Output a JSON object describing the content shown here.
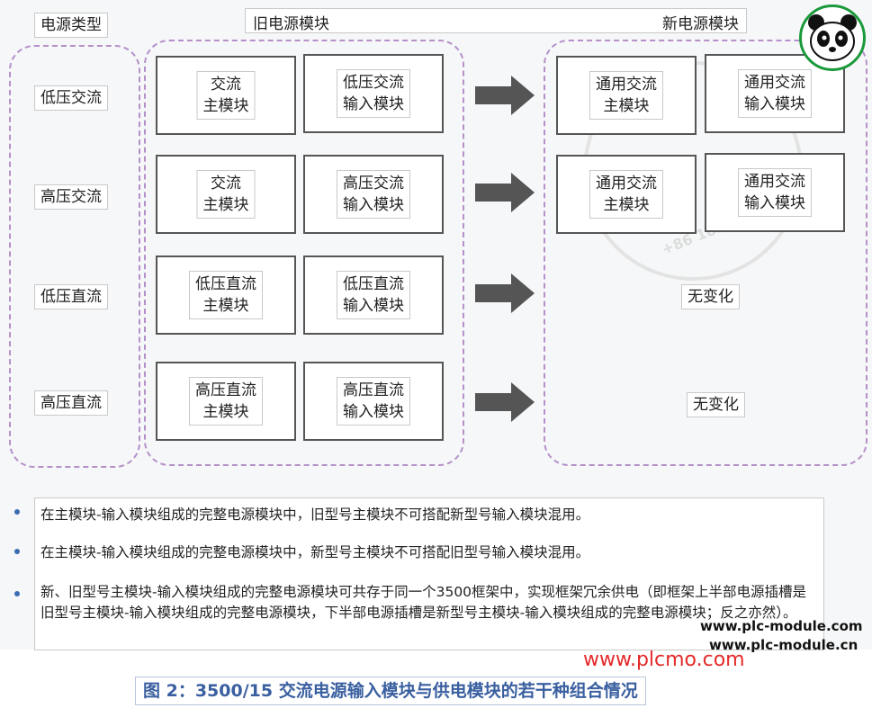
{
  "header": {
    "type_label": "电源类型",
    "old_label": "旧电源模块",
    "new_label": "新电源模块"
  },
  "types": [
    "低压交流",
    "高压交流",
    "低压直流",
    "高压直流"
  ],
  "old_modules": [
    {
      "main": [
        "交流",
        "主模块"
      ],
      "input": [
        "低压交流",
        "输入模块"
      ]
    },
    {
      "main": [
        "交流",
        "主模块"
      ],
      "input": [
        "高压交流",
        "输入模块"
      ]
    },
    {
      "main": [
        "低压直流",
        "主模块"
      ],
      "input": [
        "低压直流",
        "输入模块"
      ]
    },
    {
      "main": [
        "高压直流",
        "主模块"
      ],
      "input": [
        "高压直流",
        "输入模块"
      ]
    }
  ],
  "new_modules": [
    {
      "main": [
        "通用交流",
        "主模块"
      ],
      "input": [
        "通用交流",
        "输入模块"
      ]
    },
    {
      "main": [
        "通用交流",
        "主模块"
      ],
      "input": [
        "通用交流",
        "输入模块"
      ]
    }
  ],
  "no_change": [
    "无变化",
    "无变化"
  ],
  "notes": [
    "在主模块-输入模块组成的完整电源模块中，旧型号主模块不可搭配新型号输入模块混用。",
    "在主模块-输入模块组成的完整电源模块中，新型号主模块不可搭配旧型号输入模块混用。",
    "新、旧型号主模块-输入模块组成的完整电源模块可共存于同一个3500框架中，实现框架冗余供电（即框架上半部电源插槽是旧型号主模块-输入模块组成的完整电源模块，下半部电源插槽是新型号主模块-输入模块组成的完整电源模块；反之亦然）。"
  ],
  "caption": "图 2：3500/15 交流电源输入模块与供电模块的若干种组合情况",
  "watermarks": {
    "site1": "www.plc-module.com",
    "site2": "www.plc-module.cn",
    "site3": "www.plcmo.com",
    "phone": "+86 18106083675"
  },
  "colors": {
    "dash": "#b590c9",
    "arrow": "#555555",
    "caption": "#3a5fa0",
    "site3": "#e52a2a",
    "logo_ring": "#1a9a3a"
  }
}
